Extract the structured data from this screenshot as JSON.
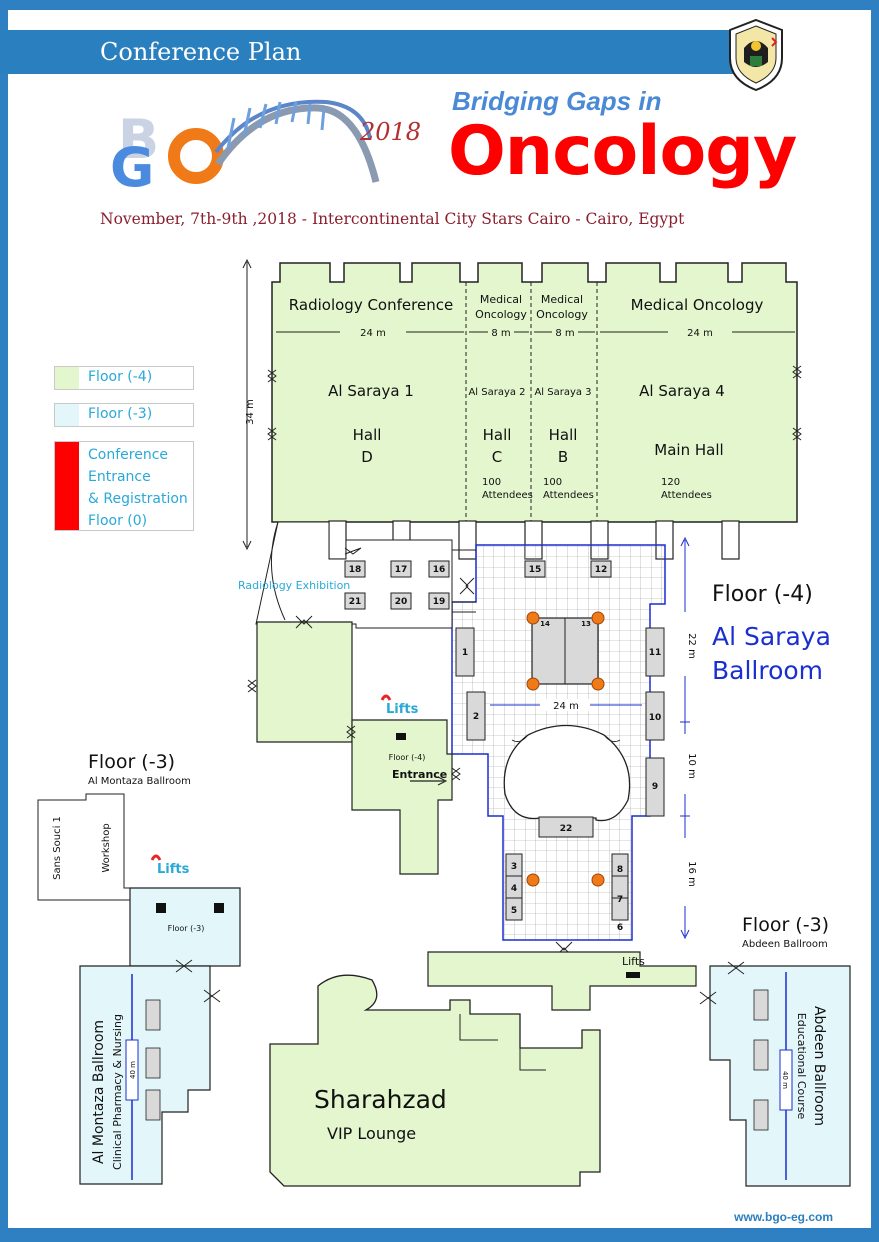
{
  "header": {
    "title": "Conference Plan",
    "event_line1": "Bridging Gaps in",
    "event_line2": "Oncology",
    "logo_text": "BGO",
    "logo_year": "2018",
    "date_location": "November, 7th-9th ,2018 - Intercontinental City Stars Cairo - Cairo, Egypt"
  },
  "legend": {
    "items": [
      {
        "label": "Floor (-4)",
        "color": "#e3f6cd"
      },
      {
        "label": "Floor (-3)",
        "color": "#e3f7fb"
      },
      {
        "label_lines": [
          "Conference",
          "Entrance",
          "& Registration",
          "Floor (0)"
        ],
        "color": "#ff0000"
      }
    ]
  },
  "colors": {
    "floor_minus4": "#e3f6cd",
    "floor_minus3": "#e3f7fb",
    "entrance": "#ff0000",
    "brand_blue": "#2a7fbf",
    "title_red": "#ff0000",
    "ballroom_blue": "#1a2fd0",
    "dimension_blue": "#1a2fd0",
    "booth_grey": "#d9d9d9",
    "column_orange": "#f07a18",
    "lift_red": "#e8262a"
  },
  "ballroom": {
    "floor": "Floor (-4)",
    "name_lines": [
      "Al Saraya",
      "Ballroom"
    ]
  },
  "halls": [
    {
      "top_lines": [
        "Radiology Conference"
      ],
      "width": "24 m",
      "name": "Al Saraya 1",
      "hall": "Hall",
      "hall_letter": "D",
      "attendees": []
    },
    {
      "top_lines": [
        "Medical",
        "Oncology"
      ],
      "width": "8 m",
      "name": "Al Saraya 2",
      "hall": "Hall",
      "hall_letter": "C",
      "attendees": [
        "100",
        "Attendees"
      ]
    },
    {
      "top_lines": [
        "Medical",
        "Oncology"
      ],
      "width": "8 m",
      "name": "Al Saraya 3",
      "hall": "Hall",
      "hall_letter": "B",
      "attendees": [
        "100",
        "Attendees"
      ]
    },
    {
      "top_lines": [
        "Medical Oncology"
      ],
      "width": "24 m",
      "name": "Al Saraya 4",
      "hall": "Main Hall",
      "hall_letter": "",
      "attendees": [
        "120",
        "Attendees"
      ]
    }
  ],
  "dimensions": {
    "depth": "34 m",
    "foyer_width": "24 m",
    "right_upper": "22 m",
    "right_middle": "10 m",
    "right_lower": "16 m",
    "montaza_length": "40 m",
    "abdeen_length": "40 m"
  },
  "booths": [
    "1",
    "2",
    "3",
    "4",
    "5",
    "6",
    "7",
    "8",
    "9",
    "10",
    "11",
    "12",
    "13",
    "14",
    "15",
    "16",
    "17",
    "18",
    "19",
    "20",
    "21",
    "22"
  ],
  "labels": {
    "radiology_exhibition": "Radiology Exhibition",
    "lifts": "Lifts",
    "entrance": "Entrance",
    "floor_minus4_small": "Floor (-4)",
    "floor_minus3_small": "Floor (-3)",
    "sans_souci": "Sans Souci 1",
    "workshop": "Workshop"
  },
  "montaza": {
    "floor": "Floor (-3)",
    "sub": "Al Montaza Ballroom",
    "name": "Al Montaza Ballroom",
    "course": "Clinical Pharmacy & Nursing"
  },
  "abdeen": {
    "floor": "Floor (-3)",
    "sub": "Abdeen Ballroom",
    "name": "Abdeen Ballroom",
    "course": "Educational Course"
  },
  "sharahzad": {
    "name": "Sharahzad",
    "sub": "VIP Lounge"
  },
  "footer": {
    "url": "www.bgo-eg.com"
  }
}
